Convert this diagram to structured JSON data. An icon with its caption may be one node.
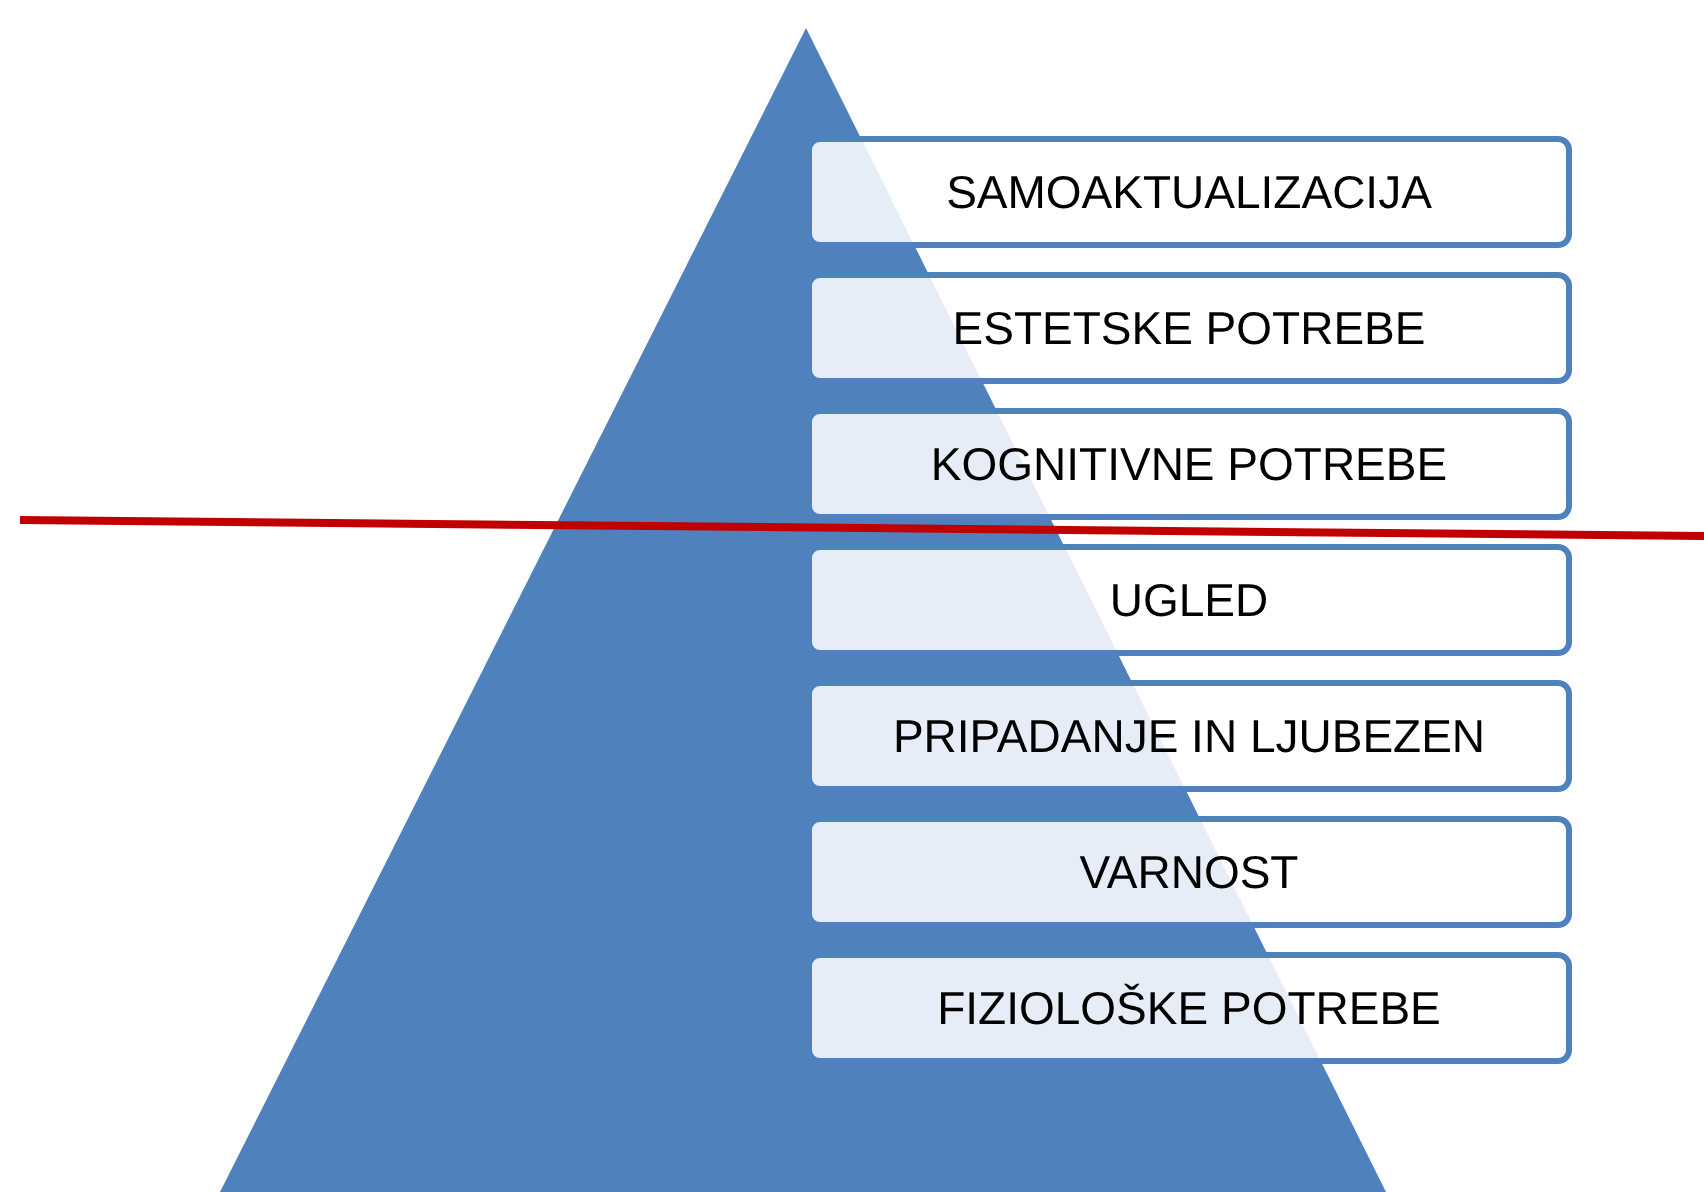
{
  "diagram": {
    "nodes": [
      {
        "text": [
          "SAMOAKTUALIZACIJA"
        ]
      },
      {
        "text": [
          "ESTETSKE POTREBE"
        ]
      },
      {
        "text": [
          "KOGNITIVNE POTREBE"
        ]
      },
      {
        "text": [
          "UGLED"
        ]
      },
      {
        "text": [
          "PRIPADANJE IN LJUBEZEN"
        ]
      },
      {
        "text": [
          "VARNOST"
        ]
      },
      {
        "text": [
          "FIZIOLOŠKE POTREBE"
        ]
      }
    ]
  }
}
